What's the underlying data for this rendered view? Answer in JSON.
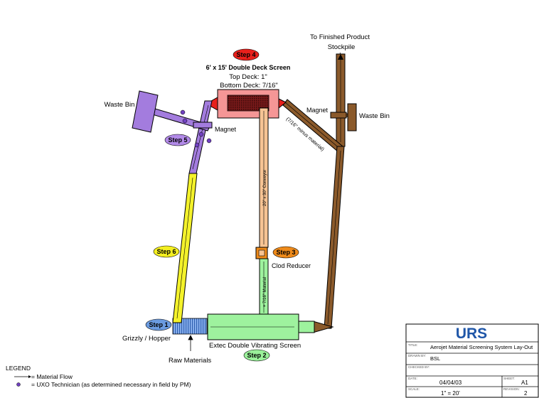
{
  "steps": {
    "step1": "Step 1",
    "step2": "Step 2",
    "step3": "Step 3",
    "step4": "Step 4",
    "step5": "Step 5",
    "step6": "Step 6"
  },
  "labels": {
    "finished_product": "To Finished Product",
    "stockpile": "Stockpile",
    "screen_title": "6' x 15' Double Deck Screen",
    "top_deck": "Top Deck: 1\"",
    "bottom_deck": "Bottom Deck: 7/16\"",
    "waste_bin_left": "Waste Bin",
    "waste_bin_right": "Waste Bin",
    "magnet_left": "Magnet",
    "magnet_right": "Magnet",
    "clod_reducer": "Clod Reducer",
    "grizzly_hopper": "Grizzly / Hopper",
    "raw_materials": "Raw Materials",
    "extec_screen": "Extec Double Vibrating Screen",
    "minus_material": "(7/16\" minus material)",
    "conv_20x30": "20\" x 30\" Conveyor",
    "conv_716": "+ 7/16\" Material"
  },
  "legend": {
    "title": "LEGEND",
    "material_flow": "= Material Flow",
    "uxo_technician": "= UXO Technician (as determined necessary in field by PM)"
  },
  "title_block": {
    "company": "URS",
    "title_label": "TITLE:",
    "title_value": "Aerojet Material Screening System Lay-Out",
    "drawn_by_label": "DRAWN BY:",
    "drawn_by_value": "BSL",
    "checked_by_label": "CHECKED BY:",
    "date_label": "DATE:",
    "date_value": "04/04/03",
    "sheet_label": "SHEET:",
    "sheet_value": "A1",
    "scale_label": "SCALE:",
    "scale_value": "1\" = 20'",
    "revision_label": "REVISION:",
    "revision_value": "2"
  },
  "colors": {
    "step_red": "#e8201c",
    "step_purple": "#b28ae8",
    "step_yellow": "#f4ef20",
    "step_orange": "#ee8a1a",
    "step_blue": "#6b9be0",
    "step_green": "#9af09a",
    "conveyor_brown": "#8b5a2b",
    "conveyor_purple": "#a37cde",
    "conveyor_yellow": "#f4f22a",
    "conveyor_tan": "#f7c494",
    "screen_pink": "#f59696",
    "extec_green": "#9ef29e",
    "urs_blue": "#1f56a8"
  }
}
